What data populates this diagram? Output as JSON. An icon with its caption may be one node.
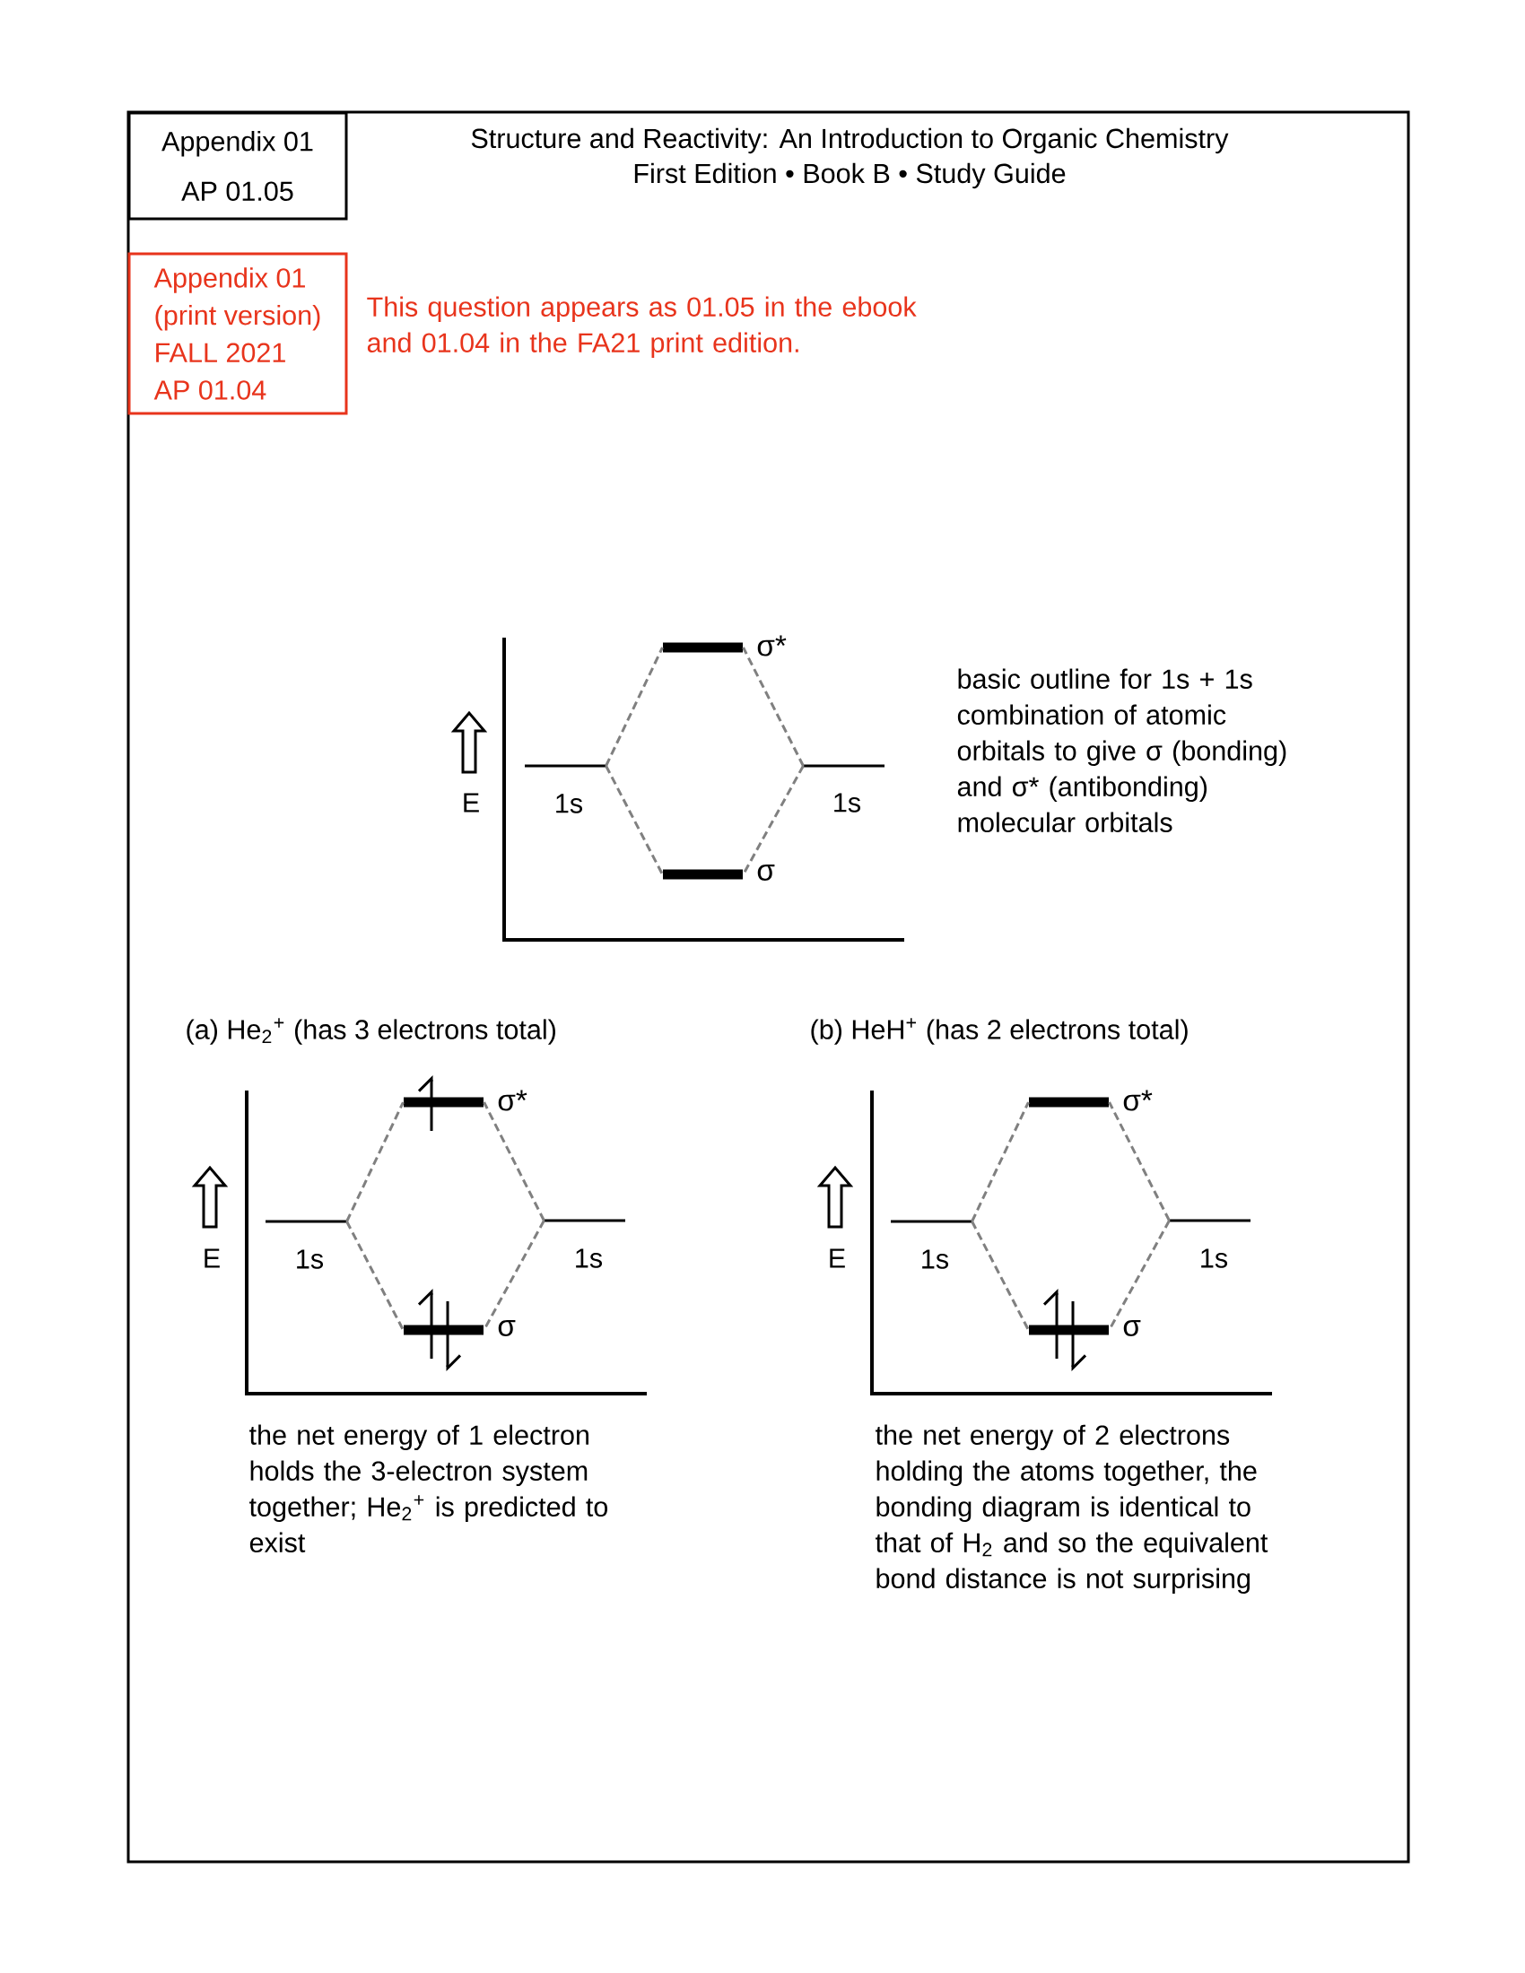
{
  "diagram": {
    "nodes": [
      {
        "text": [
          "Appendix 01",
          "AP 01.05"
        ]
      },
      {
        "text": [
          "Appendix 01",
          "(print version)",
          "FALL 2021",
          "AP 01.04"
        ]
      },
      {
        "text": [],
        "shape": "bar",
        "beside": [
          "1s"
        ]
      },
      {
        "text": [],
        "shape": "bar",
        "beside": [
          "σ*"
        ]
      },
      {
        "text": [],
        "shape": "bar",
        "beside": [
          "σ"
        ]
      },
      {
        "text": [],
        "shape": "bar",
        "beside": [
          "1s"
        ]
      },
      {
        "text": [],
        "shape": "bar",
        "beside": [
          "1s"
        ]
      },
      {
        "text": [],
        "shape": "bar",
        "beside": [
          "σ*"
        ]
      },
      {
        "text": [],
        "shape": "bar",
        "beside": [
          "σ"
        ]
      },
      {
        "text": [],
        "shape": "bar",
        "beside": [
          "1s"
        ]
      },
      {
        "text": [],
        "shape": "bar",
        "beside": [
          "1s"
        ]
      },
      {
        "text": [],
        "shape": "bar",
        "beside": [
          "σ*"
        ]
      },
      {
        "text": [],
        "shape": "bar",
        "beside": [
          "σ"
        ]
      },
      {
        "text": [],
        "shape": "bar",
        "beside": [
          "1s"
        ]
      }
    ],
    "edges": [
      {
        "from": 2,
        "to": 3,
        "arrow": "none",
        "style": "dashed"
      },
      {
        "from": 2,
        "to": 4,
        "arrow": "none",
        "style": "dashed"
      },
      {
        "from": 5,
        "to": 3,
        "arrow": "none",
        "style": "dashed"
      },
      {
        "from": 5,
        "to": 4,
        "arrow": "none",
        "style": "dashed"
      },
      {
        "from": 6,
        "to": 7,
        "arrow": "none",
        "style": "dashed"
      },
      {
        "from": 6,
        "to": 8,
        "arrow": "none",
        "style": "dashed"
      },
      {
        "from": 9,
        "to": 7,
        "arrow": "none",
        "style": "dashed"
      },
      {
        "from": 9,
        "to": 8,
        "arrow": "none",
        "style": "dashed"
      },
      {
        "from": 10,
        "to": 11,
        "arrow": "none",
        "style": "dashed"
      },
      {
        "from": 10,
        "to": 12,
        "arrow": "none",
        "style": "dashed"
      },
      {
        "from": 13,
        "to": 11,
        "arrow": "none",
        "style": "dashed"
      },
      {
        "from": 13,
        "to": 12,
        "arrow": "none",
        "style": "dashed"
      }
    ],
    "labels": [
      "Structure and Reactivity: An Introduction to Organic Chemistry",
      "First Edition • Book B • Study Guide",
      "This question appears as 01.05 in the ebook and 01.04 in the FA21 print edition.",
      "E",
      "basic outline for 1s + 1s combination of atomic orbitals to give σ (bonding) and σ* (antibonding) molecular orbitals",
      "(a) He$_{2}$$^{+}$ (has 3 electrons total)",
      "(b) HeH$^{+}$ (has 2 electrons total)",
      "E",
      "E",
      "the net energy of 1 electron holds the 3-electron system together; He$_{2}$$^{+}$ is predicted to exist",
      "the net energy of 2 electrons holding the atoms together, the bonding diagram is identical to that of H$_{2}$ and so the equivalent bond distance is not surprising"
    ]
  }
}
